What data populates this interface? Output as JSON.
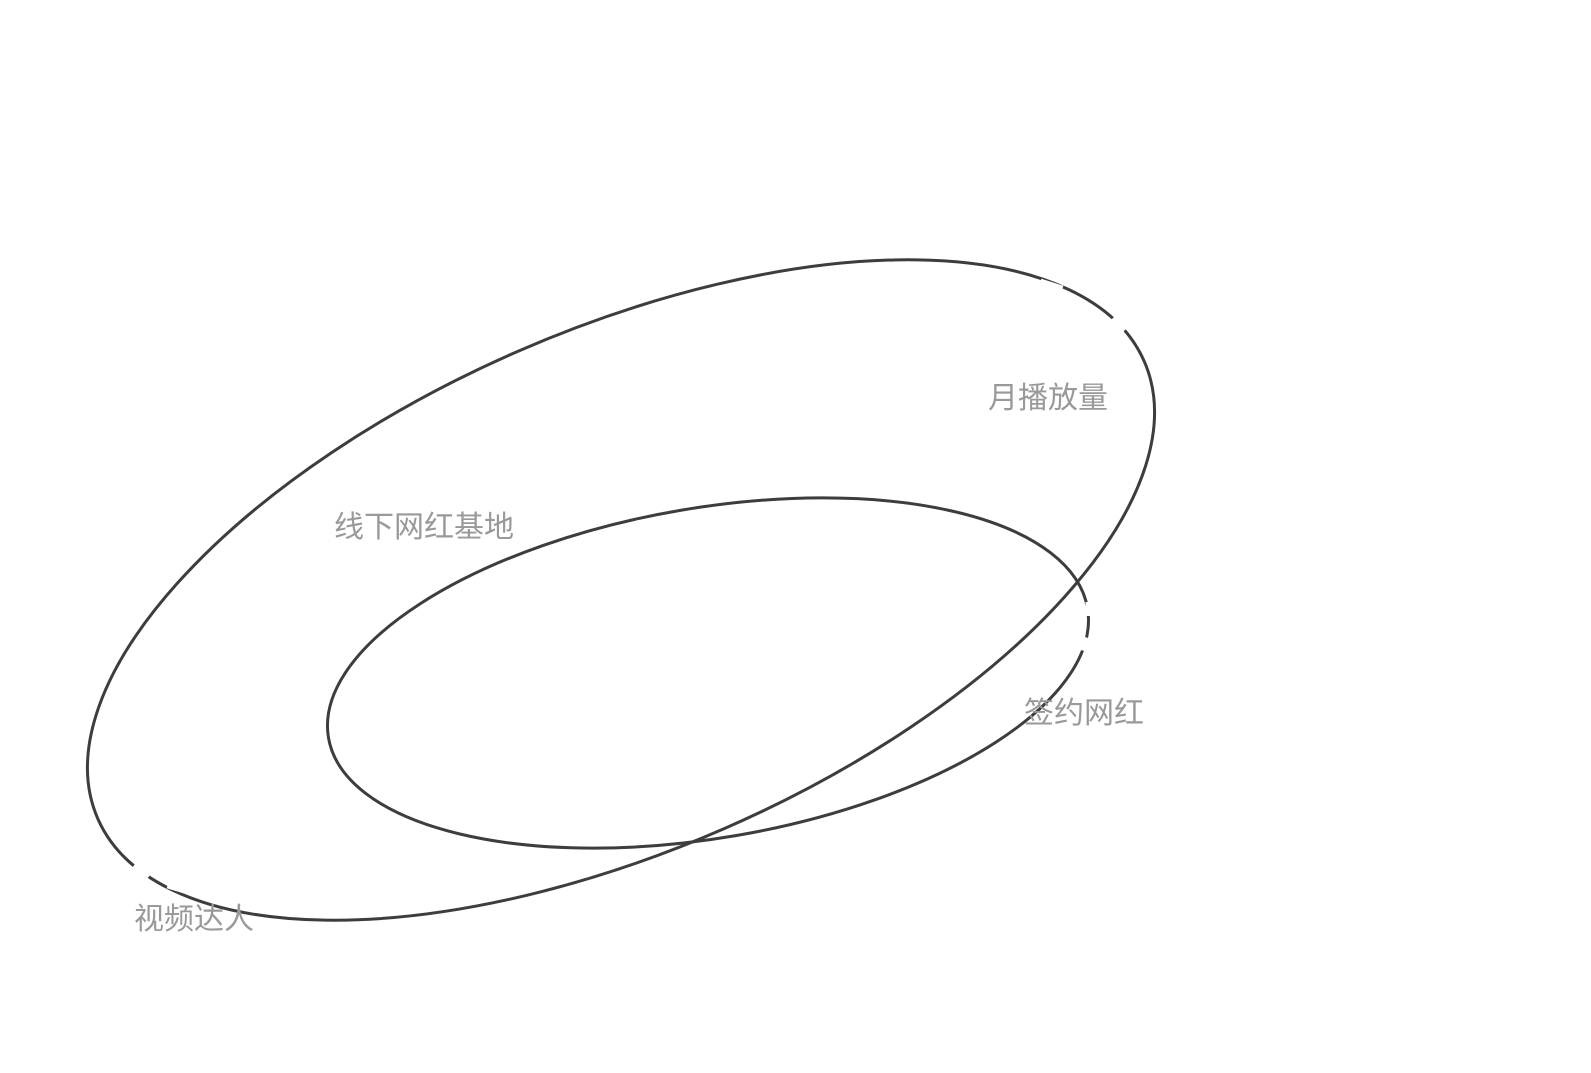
{
  "diagram": {
    "type": "euler",
    "labels": {
      "outer_top": "月播放量",
      "outer_left": "线下网红基地",
      "inner": "签约网红",
      "outer_bottom": "视频达人"
    },
    "colors": {
      "stroke": "#3d3d3d",
      "label": "#999999",
      "background": "#ffffff"
    }
  }
}
